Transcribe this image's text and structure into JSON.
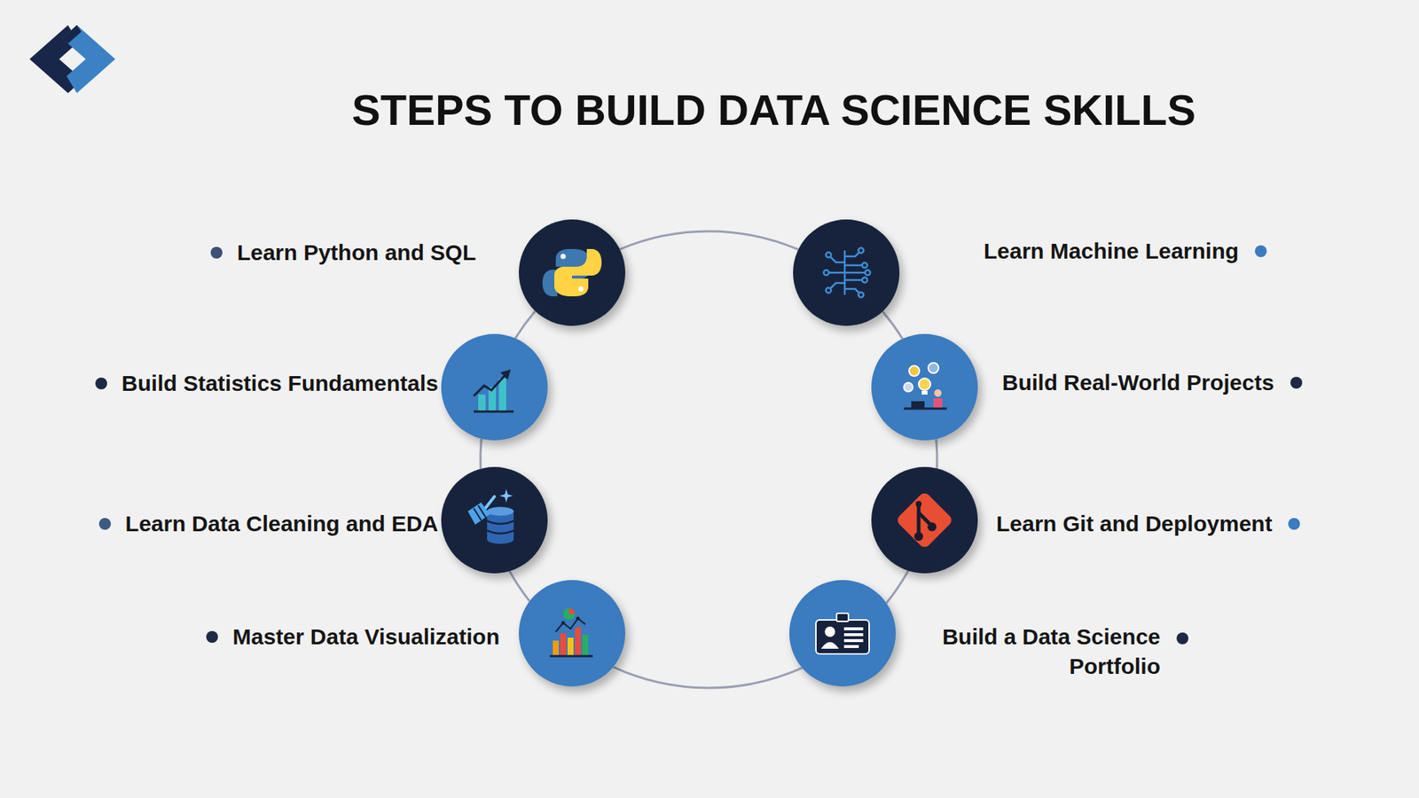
{
  "diagram": {
    "title": "STEPS TO BUILD DATA SCIENCE SKILLS",
    "nodes": [
      {
        "text": [
          "Learn Python and SQL"
        ]
      },
      {
        "text": [
          "Build Statistics Fundamentals"
        ]
      },
      {
        "text": [
          "Learn Data Cleaning and EDA"
        ]
      },
      {
        "text": [
          "Master Data Visualization"
        ]
      },
      {
        "text": [
          "Learn Machine Learning"
        ]
      },
      {
        "text": [
          "Build Real-World Projects"
        ]
      },
      {
        "text": [
          "Learn Git and Deployment"
        ]
      },
      {
        "text": [
          "Build a Data Science Portfolio"
        ]
      }
    ],
    "edges": [
      {
        "from": 0,
        "to": 1,
        "arrow": "none"
      },
      {
        "from": 1,
        "to": 2,
        "arrow": "none"
      },
      {
        "from": 2,
        "to": 3,
        "arrow": "none"
      },
      {
        "from": 3,
        "to": 7,
        "arrow": "none"
      },
      {
        "from": 7,
        "to": 6,
        "arrow": "none"
      },
      {
        "from": 6,
        "to": 5,
        "arrow": "none"
      },
      {
        "from": 5,
        "to": 4,
        "arrow": "none"
      },
      {
        "from": 4,
        "to": 0,
        "arrow": "none"
      }
    ]
  }
}
